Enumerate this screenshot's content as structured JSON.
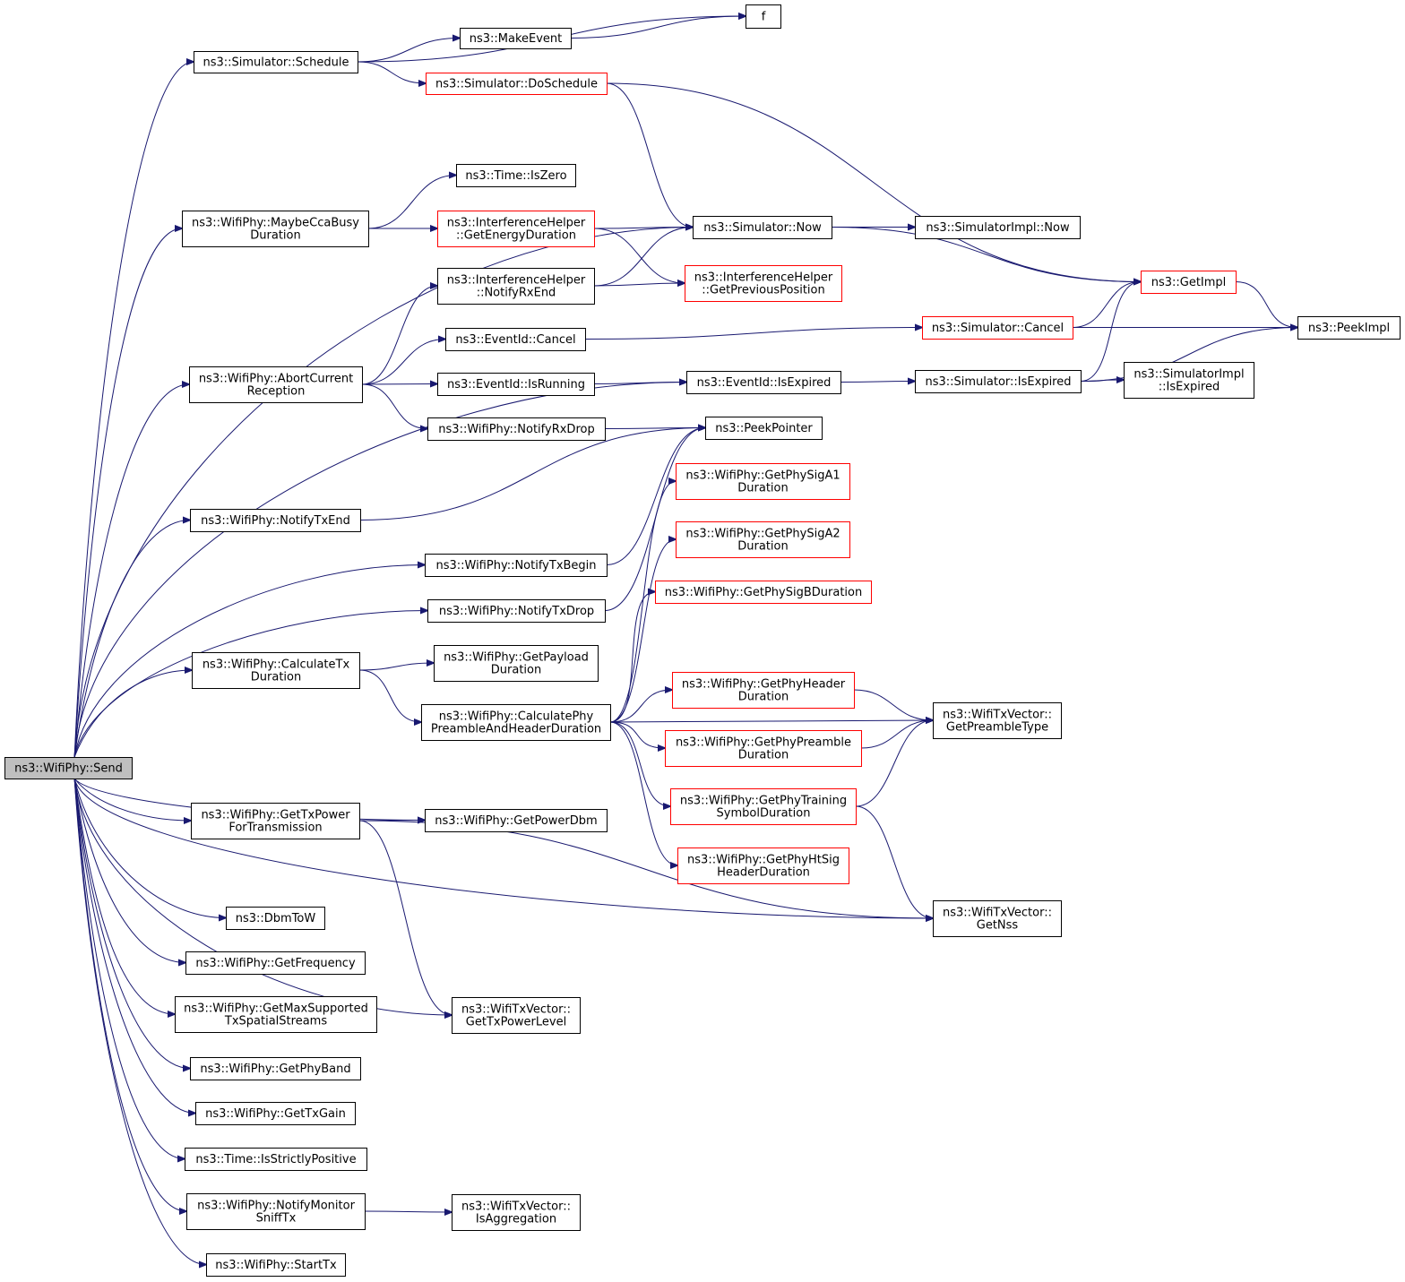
{
  "colors": {
    "edge": "#191970",
    "node_border": "#000000",
    "node_border_undocumented": "#ff0000",
    "root_fill": "#bfbfbf"
  },
  "nodes": {
    "send": {
      "lines": [
        "ns3::WifiPhy::Send"
      ],
      "style": "root"
    },
    "schedule": {
      "lines": [
        "ns3::Simulator::Schedule"
      ],
      "style": "normal"
    },
    "f": {
      "lines": [
        "f"
      ],
      "style": "normal"
    },
    "makeevent": {
      "lines": [
        "ns3::MakeEvent"
      ],
      "style": "normal"
    },
    "doschedule": {
      "lines": [
        "ns3::Simulator::DoSchedule"
      ],
      "style": "red"
    },
    "iszero": {
      "lines": [
        "ns3::Time::IsZero"
      ],
      "style": "normal"
    },
    "maybecca": {
      "lines": [
        "ns3::WifiPhy::MaybeCcaBusy",
        "Duration"
      ],
      "style": "normal"
    },
    "energydur": {
      "lines": [
        "ns3::InterferenceHelper",
        "::GetEnergyDuration"
      ],
      "style": "red"
    },
    "simnow": {
      "lines": [
        "ns3::Simulator::Now"
      ],
      "style": "normal"
    },
    "implnow": {
      "lines": [
        "ns3::SimulatorImpl::Now"
      ],
      "style": "normal"
    },
    "notifyrxend": {
      "lines": [
        "ns3::InterferenceHelper",
        "::NotifyRxEnd"
      ],
      "style": "normal"
    },
    "prevpos": {
      "lines": [
        "ns3::InterferenceHelper",
        "::GetPreviousPosition"
      ],
      "style": "red"
    },
    "getimpl": {
      "lines": [
        "ns3::GetImpl"
      ],
      "style": "red"
    },
    "peekimpl": {
      "lines": [
        "ns3::PeekImpl"
      ],
      "style": "normal"
    },
    "evcancel": {
      "lines": [
        "ns3::EventId::Cancel"
      ],
      "style": "normal"
    },
    "simcancel": {
      "lines": [
        "ns3::Simulator::Cancel"
      ],
      "style": "red"
    },
    "abort": {
      "lines": [
        "ns3::WifiPhy::AbortCurrent",
        "Reception"
      ],
      "style": "normal"
    },
    "isrunning": {
      "lines": [
        "ns3::EventId::IsRunning"
      ],
      "style": "normal"
    },
    "evexpired": {
      "lines": [
        "ns3::EventId::IsExpired"
      ],
      "style": "normal"
    },
    "simexpired": {
      "lines": [
        "ns3::Simulator::IsExpired"
      ],
      "style": "normal"
    },
    "implexpired": {
      "lines": [
        "ns3::SimulatorImpl",
        "::IsExpired"
      ],
      "style": "normal"
    },
    "notifyrxdrop": {
      "lines": [
        "ns3::WifiPhy::NotifyRxDrop"
      ],
      "style": "normal"
    },
    "peekpointer": {
      "lines": [
        "ns3::PeekPointer"
      ],
      "style": "normal"
    },
    "siga1": {
      "lines": [
        "ns3::WifiPhy::GetPhySigA1",
        "Duration"
      ],
      "style": "red"
    },
    "notifytxend": {
      "lines": [
        "ns3::WifiPhy::NotifyTxEnd"
      ],
      "style": "normal"
    },
    "siga2": {
      "lines": [
        "ns3::WifiPhy::GetPhySigA2",
        "Duration"
      ],
      "style": "red"
    },
    "notifytxbegin": {
      "lines": [
        "ns3::WifiPhy::NotifyTxBegin"
      ],
      "style": "normal"
    },
    "sigb": {
      "lines": [
        "ns3::WifiPhy::GetPhySigBDuration"
      ],
      "style": "red"
    },
    "notifytxdrop": {
      "lines": [
        "ns3::WifiPhy::NotifyTxDrop"
      ],
      "style": "normal"
    },
    "calctx": {
      "lines": [
        "ns3::WifiPhy::CalculateTx",
        "Duration"
      ],
      "style": "normal"
    },
    "payload": {
      "lines": [
        "ns3::WifiPhy::GetPayload",
        "Duration"
      ],
      "style": "normal"
    },
    "phyheader": {
      "lines": [
        "ns3::WifiPhy::GetPhyHeader",
        "Duration"
      ],
      "style": "red"
    },
    "calcpre": {
      "lines": [
        "ns3::WifiPhy::CalculatePhy",
        "PreambleAndHeaderDuration"
      ],
      "style": "normal"
    },
    "preambletype": {
      "lines": [
        "ns3::WifiTxVector::",
        "GetPreambleType"
      ],
      "style": "normal"
    },
    "phypreamble": {
      "lines": [
        "ns3::WifiPhy::GetPhyPreamble",
        "Duration"
      ],
      "style": "red"
    },
    "training": {
      "lines": [
        "ns3::WifiPhy::GetPhyTraining",
        "SymbolDuration"
      ],
      "style": "red"
    },
    "txpower": {
      "lines": [
        "ns3::WifiPhy::GetTxPower",
        "ForTransmission"
      ],
      "style": "normal"
    },
    "powerdbm": {
      "lines": [
        "ns3::WifiPhy::GetPowerDbm"
      ],
      "style": "normal"
    },
    "htsig": {
      "lines": [
        "ns3::WifiPhy::GetPhyHtSig",
        "HeaderDuration"
      ],
      "style": "red"
    },
    "dbmtow": {
      "lines": [
        "ns3::DbmToW"
      ],
      "style": "normal"
    },
    "getnss": {
      "lines": [
        "ns3::WifiTxVector::",
        "GetNss"
      ],
      "style": "normal"
    },
    "getfreq": {
      "lines": [
        "ns3::WifiPhy::GetFrequency"
      ],
      "style": "normal"
    },
    "maxss": {
      "lines": [
        "ns3::WifiPhy::GetMaxSupported",
        "TxSpatialStreams"
      ],
      "style": "normal"
    },
    "txpowerlevel": {
      "lines": [
        "ns3::WifiTxVector::",
        "GetTxPowerLevel"
      ],
      "style": "normal"
    },
    "phyband": {
      "lines": [
        "ns3::WifiPhy::GetPhyBand"
      ],
      "style": "normal"
    },
    "txgain": {
      "lines": [
        "ns3::WifiPhy::GetTxGain"
      ],
      "style": "normal"
    },
    "strictpos": {
      "lines": [
        "ns3::Time::IsStrictlyPositive"
      ],
      "style": "normal"
    },
    "monitor": {
      "lines": [
        "ns3::WifiPhy::NotifyMonitor",
        "SniffTx"
      ],
      "style": "normal"
    },
    "isagg": {
      "lines": [
        "ns3::WifiTxVector::",
        "IsAggregation"
      ],
      "style": "normal"
    },
    "starttx": {
      "lines": [
        "ns3::WifiPhy::StartTx"
      ],
      "style": "normal"
    }
  },
  "edges": [
    [
      "send",
      "schedule"
    ],
    [
      "send",
      "maybecca"
    ],
    [
      "send",
      "simnow"
    ],
    [
      "send",
      "abort"
    ],
    [
      "send",
      "evexpired"
    ],
    [
      "send",
      "notifytxend"
    ],
    [
      "send",
      "notifytxbegin"
    ],
    [
      "send",
      "notifytxdrop"
    ],
    [
      "send",
      "calctx"
    ],
    [
      "send",
      "getnss"
    ],
    [
      "send",
      "txpower"
    ],
    [
      "send",
      "powerdbm"
    ],
    [
      "send",
      "txpowerlevel"
    ],
    [
      "send",
      "dbmtow"
    ],
    [
      "send",
      "getfreq"
    ],
    [
      "send",
      "maxss"
    ],
    [
      "send",
      "phyband"
    ],
    [
      "send",
      "txgain"
    ],
    [
      "send",
      "strictpos"
    ],
    [
      "send",
      "monitor"
    ],
    [
      "send",
      "starttx"
    ],
    [
      "schedule",
      "f"
    ],
    [
      "schedule",
      "makeevent"
    ],
    [
      "schedule",
      "doschedule"
    ],
    [
      "makeevent",
      "f"
    ],
    [
      "doschedule",
      "simnow"
    ],
    [
      "doschedule",
      "getimpl"
    ],
    [
      "maybecca",
      "iszero"
    ],
    [
      "maybecca",
      "energydur"
    ],
    [
      "energydur",
      "simnow"
    ],
    [
      "energydur",
      "prevpos"
    ],
    [
      "simnow",
      "implnow"
    ],
    [
      "simnow",
      "getimpl"
    ],
    [
      "getimpl",
      "peekimpl"
    ],
    [
      "abort",
      "notifyrxend"
    ],
    [
      "abort",
      "evcancel"
    ],
    [
      "abort",
      "isrunning"
    ],
    [
      "abort",
      "notifyrxdrop"
    ],
    [
      "notifyrxend",
      "simnow"
    ],
    [
      "notifyrxend",
      "prevpos"
    ],
    [
      "evcancel",
      "simcancel"
    ],
    [
      "simcancel",
      "getimpl"
    ],
    [
      "simcancel",
      "peekimpl"
    ],
    [
      "isrunning",
      "evexpired"
    ],
    [
      "evexpired",
      "simexpired"
    ],
    [
      "simexpired",
      "implexpired"
    ],
    [
      "simexpired",
      "getimpl"
    ],
    [
      "simexpired",
      "peekimpl"
    ],
    [
      "notifyrxdrop",
      "peekpointer"
    ],
    [
      "notifytxend",
      "peekpointer"
    ],
    [
      "notifytxbegin",
      "peekpointer"
    ],
    [
      "notifytxdrop",
      "peekpointer"
    ],
    [
      "calctx",
      "payload"
    ],
    [
      "calctx",
      "calcpre"
    ],
    [
      "calcpre",
      "siga1"
    ],
    [
      "calcpre",
      "siga2"
    ],
    [
      "calcpre",
      "sigb"
    ],
    [
      "calcpre",
      "phyheader"
    ],
    [
      "calcpre",
      "phypreamble"
    ],
    [
      "calcpre",
      "training"
    ],
    [
      "calcpre",
      "htsig"
    ],
    [
      "calcpre",
      "preambletype"
    ],
    [
      "phyheader",
      "preambletype"
    ],
    [
      "phypreamble",
      "preambletype"
    ],
    [
      "training",
      "preambletype"
    ],
    [
      "training",
      "getnss"
    ],
    [
      "txpower",
      "powerdbm"
    ],
    [
      "txpower",
      "getnss"
    ],
    [
      "txpower",
      "txpowerlevel"
    ],
    [
      "monitor",
      "isagg"
    ]
  ]
}
